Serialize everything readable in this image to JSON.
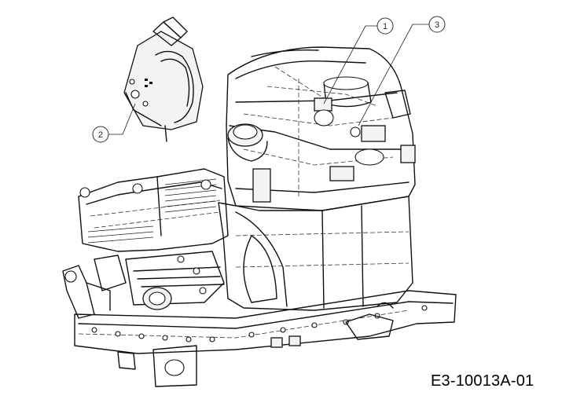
{
  "callouts": [
    {
      "label": "1"
    },
    {
      "label": "3"
    },
    {
      "label": "2"
    }
  ],
  "figure_code": "E3-10013A-01"
}
